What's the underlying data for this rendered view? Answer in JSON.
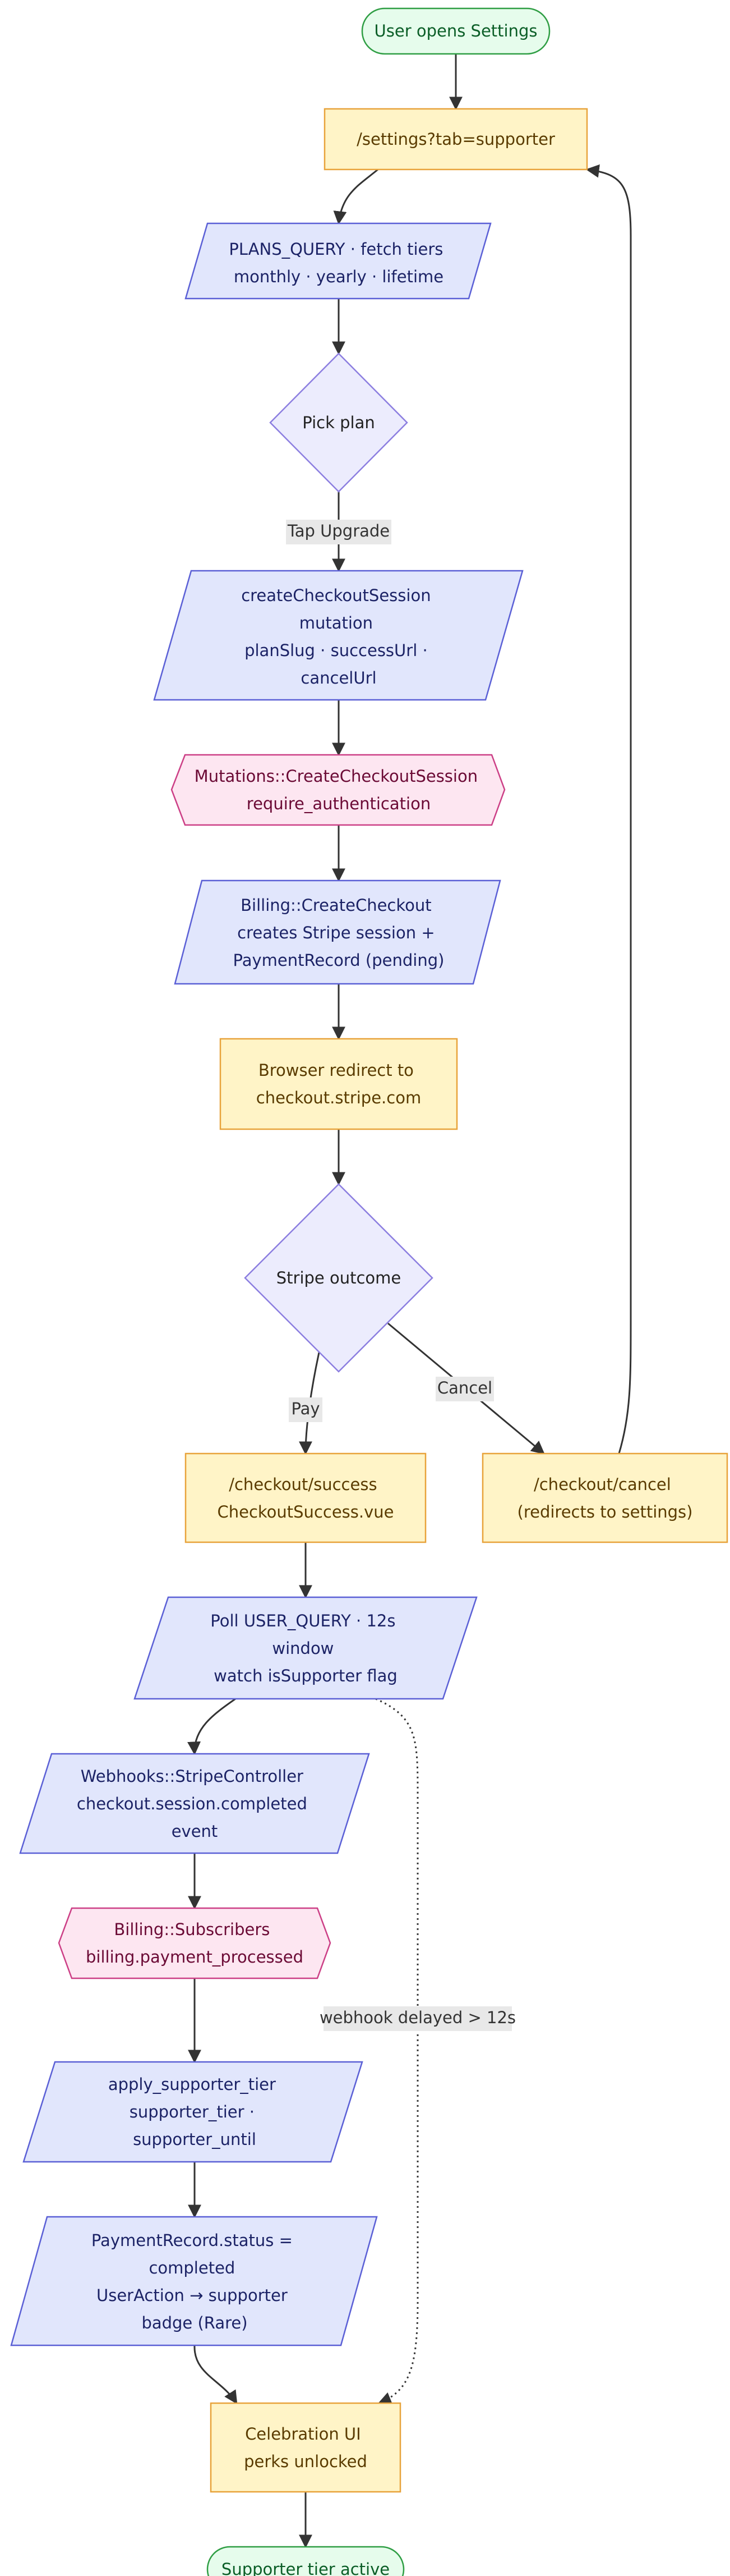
{
  "colors": {
    "terminal_fill": "#e6fcec",
    "terminal_stroke": "#2f9e44",
    "terminal_text": "#0b5e27",
    "page_fill": "#fff4c7",
    "page_stroke": "#e8a33b",
    "page_text": "#5a3b00",
    "data_fill": "#e1e6fc",
    "data_stroke": "#5b60d6",
    "data_text": "#1c2366",
    "decision_fill": "#ececfd",
    "decision_stroke": "#8c7ee0",
    "decision_text": "#222222",
    "handler_fill": "#fde6f1",
    "handler_stroke": "#cc3f86",
    "handler_text": "#6b0a35",
    "edge": "#333333",
    "label_bg": "#e8e8e8"
  },
  "nodes": {
    "start": {
      "lines": [
        "User opens Settings"
      ]
    },
    "settings": {
      "lines": [
        "/settings?tab=supporter"
      ]
    },
    "plans_query": {
      "lines": [
        "PLANS_QUERY · fetch tiers",
        "monthly · yearly · lifetime"
      ]
    },
    "pick_plan": {
      "lines": [
        "Pick plan"
      ]
    },
    "create_checkout_mutation": {
      "lines": [
        "createCheckoutSession",
        "mutation",
        "planSlug · successUrl ·",
        "cancelUrl"
      ]
    },
    "mutations_handler": {
      "lines": [
        "Mutations::CreateCheckoutSession",
        "require_authentication"
      ]
    },
    "billing_create_checkout": {
      "lines": [
        "Billing::CreateCheckout",
        "creates Stripe session +",
        "PaymentRecord (pending)"
      ]
    },
    "browser_redirect": {
      "lines": [
        "Browser redirect to",
        "checkout.stripe.com"
      ]
    },
    "stripe_outcome": {
      "lines": [
        "Stripe outcome"
      ]
    },
    "checkout_success": {
      "lines": [
        "/checkout/success",
        "CheckoutSuccess.vue"
      ]
    },
    "checkout_cancel": {
      "lines": [
        "/checkout/cancel",
        "(redirects to settings)"
      ]
    },
    "poll_user_query": {
      "lines": [
        "Poll USER_QUERY · 12s",
        "window",
        "watch isSupporter flag"
      ]
    },
    "stripe_controller": {
      "lines": [
        "Webhooks::StripeController",
        "checkout.session.completed",
        "event"
      ]
    },
    "billing_subscribers": {
      "lines": [
        "Billing::Subscribers",
        "billing.payment_processed"
      ]
    },
    "apply_supporter_tier": {
      "lines": [
        "apply_supporter_tier",
        "supporter_tier ·",
        "supporter_until"
      ]
    },
    "payment_record_completed": {
      "lines": [
        "PaymentRecord.status =",
        "completed",
        "UserAction → supporter",
        "badge (Rare)"
      ]
    },
    "celebration": {
      "lines": [
        "Celebration UI",
        "perks unlocked"
      ]
    },
    "end": {
      "lines": [
        "Supporter tier active"
      ]
    }
  },
  "edge_labels": {
    "tap_upgrade": "Tap Upgrade",
    "pay": "Pay",
    "cancel": "Cancel",
    "webhook_delayed": "webhook delayed > 12s"
  }
}
